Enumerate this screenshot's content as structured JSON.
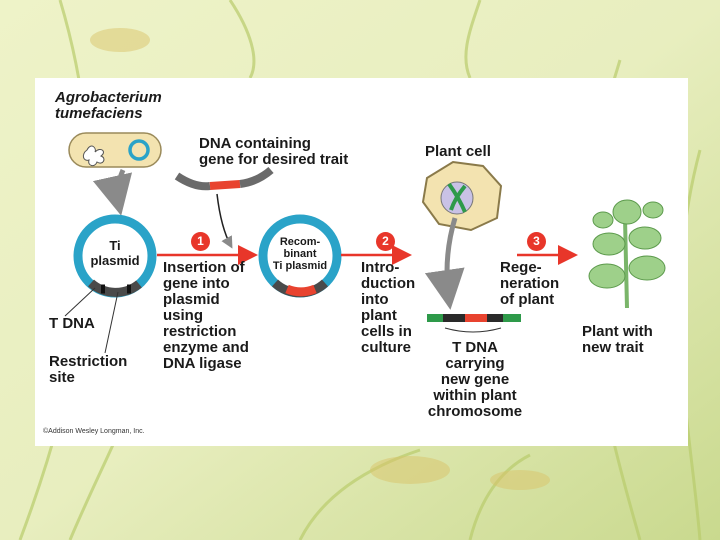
{
  "labels": {
    "agrobacterium": [
      "Agrobacterium",
      "tumefaciens"
    ],
    "dna_containing": [
      "DNA containing",
      "gene for desired trait"
    ],
    "ti_plasmid": [
      "Ti",
      "plasmid"
    ],
    "t_dna": "T DNA",
    "restriction_site": [
      "Restriction",
      "site"
    ],
    "recombinant_ti": [
      "Recom-",
      "binant",
      "Ti plasmid"
    ],
    "insertion": [
      "Insertion of",
      "gene into",
      "plasmid",
      "using",
      "restriction",
      "enzyme and",
      "DNA ligase"
    ],
    "plant_cell": "Plant cell",
    "introduction": [
      "Intro-",
      "duction",
      "into",
      "plant",
      "cells in",
      "culture"
    ],
    "t_dna_carrying": [
      "T DNA",
      "carrying",
      "new gene",
      "within plant",
      "chromosome"
    ],
    "regeneration": [
      "Rege-",
      "neration",
      "of plant"
    ],
    "plant_new_trait": [
      "Plant with",
      "new trait"
    ],
    "copyright": "©Addison Wesley Longman, Inc."
  },
  "steps": [
    "1",
    "2",
    "3"
  ],
  "colors": {
    "plasmid_blue": "#2aa3c8",
    "gene_red": "#e8432f",
    "chromosome_green": "#2e9a4a",
    "arrow_red": "#e8362a",
    "arrow_gray": "#8a8a8a",
    "cell_fill": "#f3e3b0",
    "plant_green": "#9ed08a"
  }
}
